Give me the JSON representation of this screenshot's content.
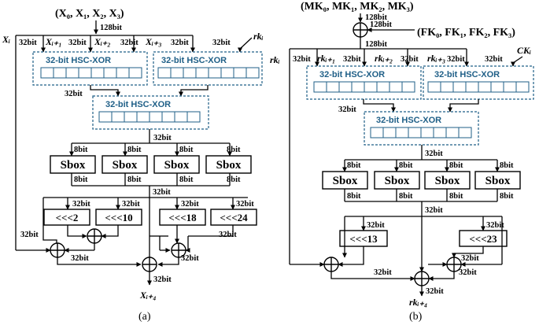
{
  "colors": {
    "hsc_accent": "#1f5f87",
    "line": "#000000"
  },
  "left": {
    "inputs": "(X₀, X₁, X₂, X₃)",
    "in_width": "128bit",
    "bw32": "32bit",
    "bw8": "8bit",
    "xi": "Xᵢ",
    "x1": "Xᵢ₊₁",
    "x2": "Xᵢ₊₂",
    "x3": "Xᵢ₊₃",
    "rk": "rkᵢ",
    "hsc": "32-bit HSC-XOR",
    "sbox": "Sbox",
    "rot": [
      "<<<2",
      "<<<10",
      "<<<18",
      "<<<24"
    ],
    "output": "Xᵢ₊₄",
    "caption": "(a)"
  },
  "right": {
    "mk": "(MK₀, MK₁, MK₂, MK₃)",
    "fk": "(FK₀, FK₁, FK₂, FK₃)",
    "bw128": "128bit",
    "bw32": "32bit",
    "bw8": "8bit",
    "rki": "rkᵢ",
    "rk1": "rkᵢ₊₁",
    "rk2": "rkᵢ₊₂",
    "rk3": "rkᵢ₊₃",
    "ck": "CKᵢ",
    "hsc": "32-bit HSC-XOR",
    "sbox": "Sbox",
    "rot": [
      "<<<13",
      "<<<23"
    ],
    "output": "rkᵢ₊₄",
    "caption": "(b)"
  }
}
